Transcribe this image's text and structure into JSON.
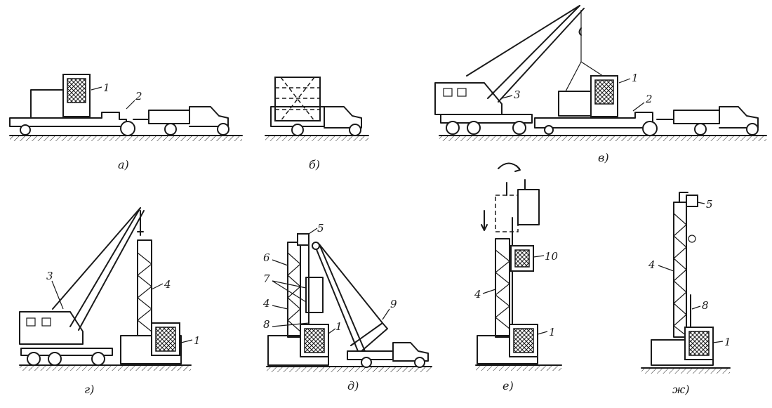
{
  "panels": [
    {
      "id": "a",
      "caption": "а)",
      "labels": [
        "1",
        "2"
      ]
    },
    {
      "id": "b",
      "caption": "б)",
      "labels": []
    },
    {
      "id": "v",
      "caption": "в)",
      "labels": [
        "1",
        "2",
        "3"
      ]
    },
    {
      "id": "g",
      "caption": "г)",
      "labels": [
        "3",
        "4",
        "1"
      ]
    },
    {
      "id": "d",
      "caption": "д)",
      "labels": [
        "5",
        "6",
        "7",
        "4",
        "8",
        "1",
        "9"
      ]
    },
    {
      "id": "e",
      "caption": "е)",
      "labels": [
        "10",
        "4",
        "1"
      ]
    },
    {
      "id": "zh",
      "caption": "ж)",
      "labels": [
        "5",
        "4",
        "8",
        "1"
      ]
    }
  ]
}
